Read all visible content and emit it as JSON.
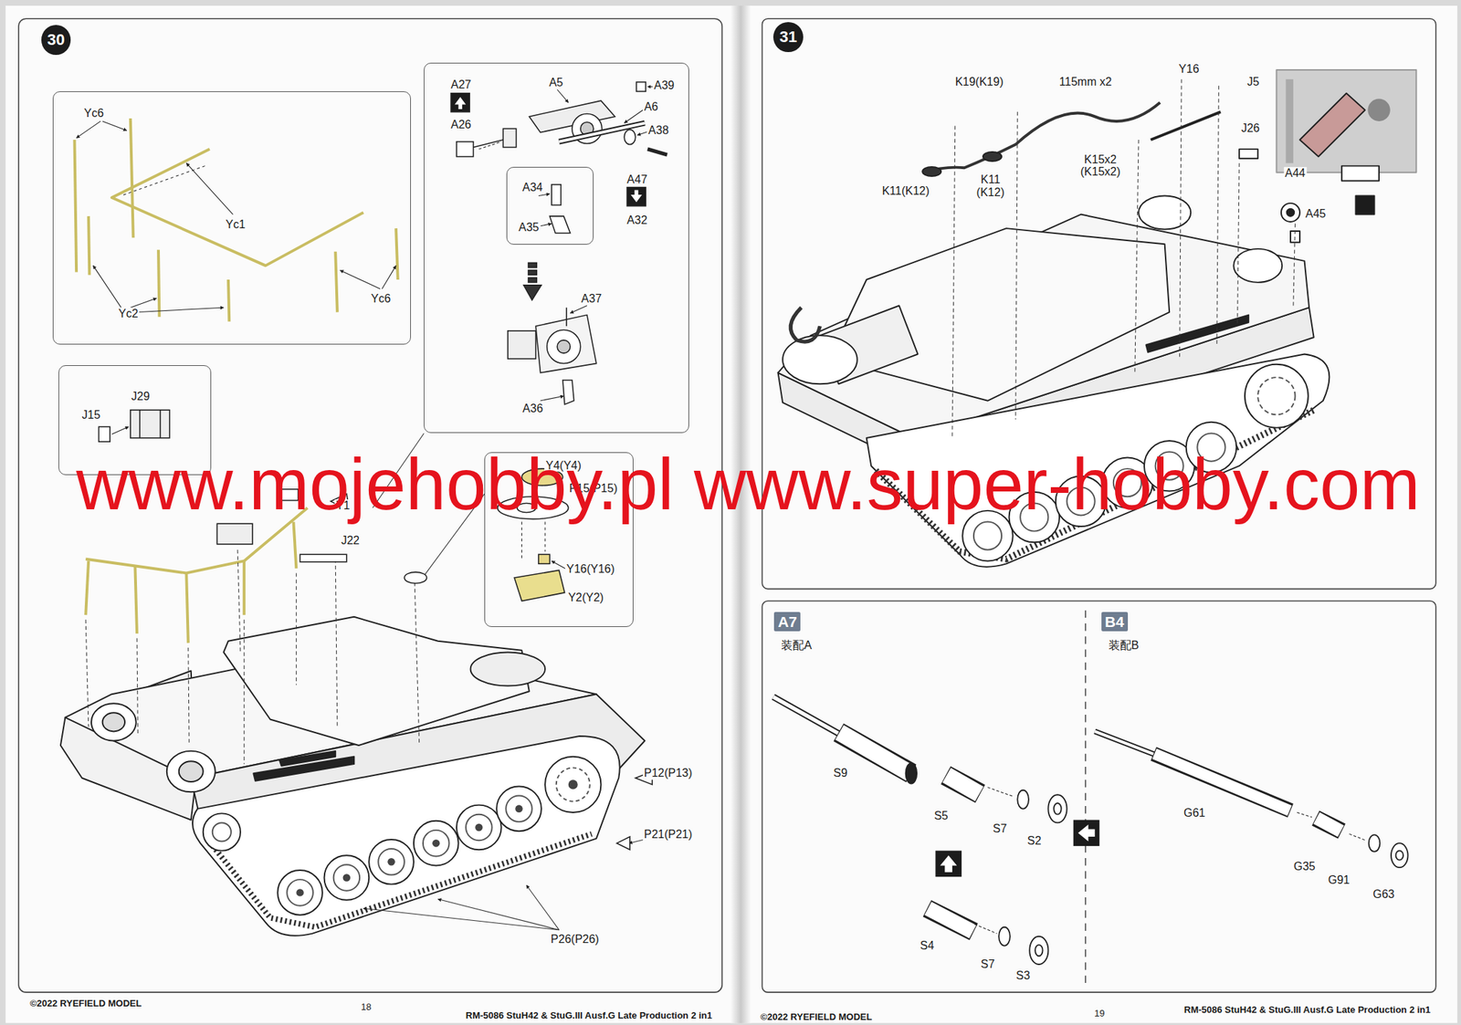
{
  "diagram": {
    "nodes": [
      {
        "text": [
          "30"
        ]
      },
      {
        "text": [
          "Yc6",
          "Yc1",
          "Yc6",
          "Yc2"
        ]
      },
      {
        "text": [
          "A27",
          "A26",
          "A5",
          "A39",
          "A6",
          "A38",
          "A47",
          "A32",
          "A37",
          "A36"
        ]
      },
      {
        "text": [
          "A34",
          "A35"
        ],
        "in": 2
      },
      {
        "text": [
          "J29",
          "J15"
        ]
      },
      {
        "text": [
          "Y4(Y4)",
          "P15(P15)",
          "Y16(Y16)",
          "Y2(Y2)"
        ]
      },
      {
        "text": [
          "31"
        ]
      },
      {
        "text": [
          "A7"
        ]
      },
      {
        "text": [
          "B4"
        ]
      }
    ],
    "labels": [
      "Y1",
      "J22",
      "P12(P13)",
      "P21(P21)",
      "P26(P26)",
      "K19(K19)",
      "115mm x2",
      "Y16",
      "J5",
      "J26",
      "K15x2 (K15x2)",
      "K11(K12)",
      "K11 (K12)",
      "A44",
      "A45",
      "装配A",
      "S9",
      "S5",
      "S7",
      "S2",
      "S4",
      "S7",
      "S3",
      "装配B",
      "G61",
      "G35",
      "G91",
      "G63",
      "www.mojehobby.pl www.super-hobby.com",
      "©2022 RYEFIELD MODEL",
      "18",
      "RM-5086 StuH42 & StuG.III Ausf.G Late Production 2 in1",
      "©2022 RYEFIELD MODEL",
      "19",
      "RM-5086 StuH42 & StuG.III Ausf.G Late Production 2 in1"
    ]
  }
}
